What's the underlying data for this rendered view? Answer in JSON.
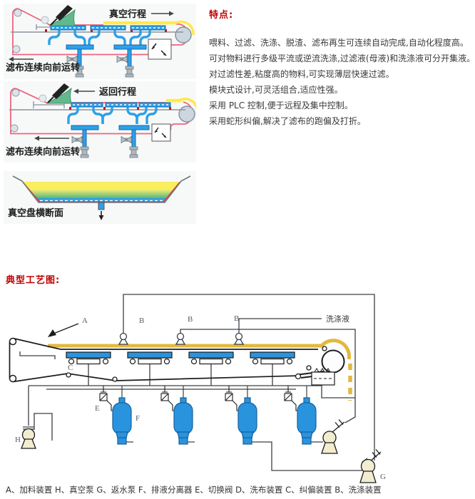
{
  "features": {
    "heading": "特点:",
    "items": [
      "喂料、过滤、洗涤、脱渣、滤布再生可连续自动完成,自动化程度高。",
      "可对物料进行多级平流或逆流洗涤,过滤液(母液)和洗涤液可分开集液。",
      "对过滤性差,粘度高的物料,可实现薄层快速过滤。",
      "模块式设计,可灵活组合,适应性强。",
      "采用 PLC 控制,便于远程及集中控制。",
      "采用蛇形纠偏,解决了滤布的跑偏及打折。"
    ]
  },
  "diagram1": {
    "label_top": "真空行程",
    "label_bottom": "滤布连续向前运转"
  },
  "diagram2": {
    "label_top": "返回行程",
    "label_bottom": "滤布连续向前运转"
  },
  "diagram3": {
    "label": "真空盘横断面"
  },
  "process": {
    "heading": "典型工艺图:",
    "wash_liquid_label": "洗涤液",
    "labels": {
      "A": "A",
      "B": "B",
      "C": "C",
      "E": "E",
      "F": "F",
      "G": "G",
      "H": "H"
    },
    "legend": "A、加料装置 H、真空泵 G、返水泵 F、排液分离器 E、切换阀 D、洗布装置 C、纠偏装置 B、洗涤装置"
  },
  "colors": {
    "accent_red": "#c00000",
    "text_dark": "#3a3a3a",
    "pipe_blue": "#2b9fe0",
    "vessel_blue": "#2a93dd",
    "belt_pink": "#f2627f",
    "cake_yellow": "#e2b93e",
    "bright_yellow": "#f9ee5e",
    "feed_green": "#46a878",
    "pump_cream": "#f2ecd0",
    "frame_gray": "#8a939b"
  }
}
